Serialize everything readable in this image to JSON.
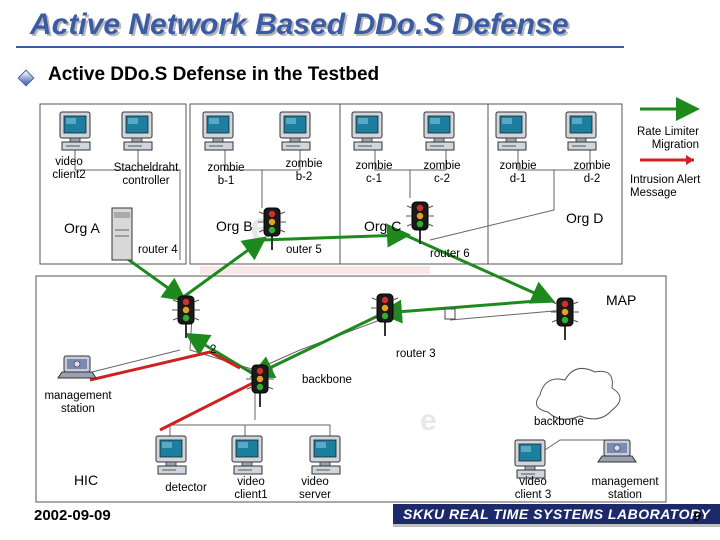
{
  "title": "Active Network Based DDo.S Defense",
  "subtitle": "Active DDo.S Defense in the Testbed",
  "legend": {
    "rate_limiter_migration": "Rate Limiter\nMigration",
    "intrusion_alert_message": "Intrusion Alert\nMessage"
  },
  "hosts": {
    "video_client2": "video\nclient2",
    "stacheldraht_controller": "Stacheldraht\ncontroller",
    "zombie_b1": "zombie\nb-1",
    "zombie_b2": "zombie\nb-2",
    "zombie_c1": "zombie\nc-1",
    "zombie_c2": "zombie\nc-2",
    "zombie_d1": "zombie\nd-1",
    "zombie_d2": "zombie\nd-2",
    "management_station_left": "management\nstation",
    "hic": "HIC",
    "detector": "detector",
    "video_client1": "video\nclient1",
    "video_server": "video\nserver",
    "video_client3": "video\nclient 3",
    "management_station_right": "management\nstation"
  },
  "orgs": {
    "a": "Org A",
    "b": "Org B",
    "c": "Org C",
    "d": "Org D"
  },
  "routers": {
    "router4": "router 4",
    "router5": "outer 5",
    "router6": "router 6",
    "router3": "router 3",
    "router2_partial": "2",
    "backbone_center": "backbone",
    "backbone_cloud": "backbone",
    "map": "MAP"
  },
  "footer": {
    "date": "2002-09-09",
    "lab": "SKKU REAL TIME SYSTEMS LABORATORY",
    "page": "9"
  },
  "colors": {
    "title": "#3b5ba5",
    "rate_limiter_arrow": "#1e8a1e",
    "intrusion_arrow": "#d02020",
    "footer_bg": "#1c2a6b"
  }
}
